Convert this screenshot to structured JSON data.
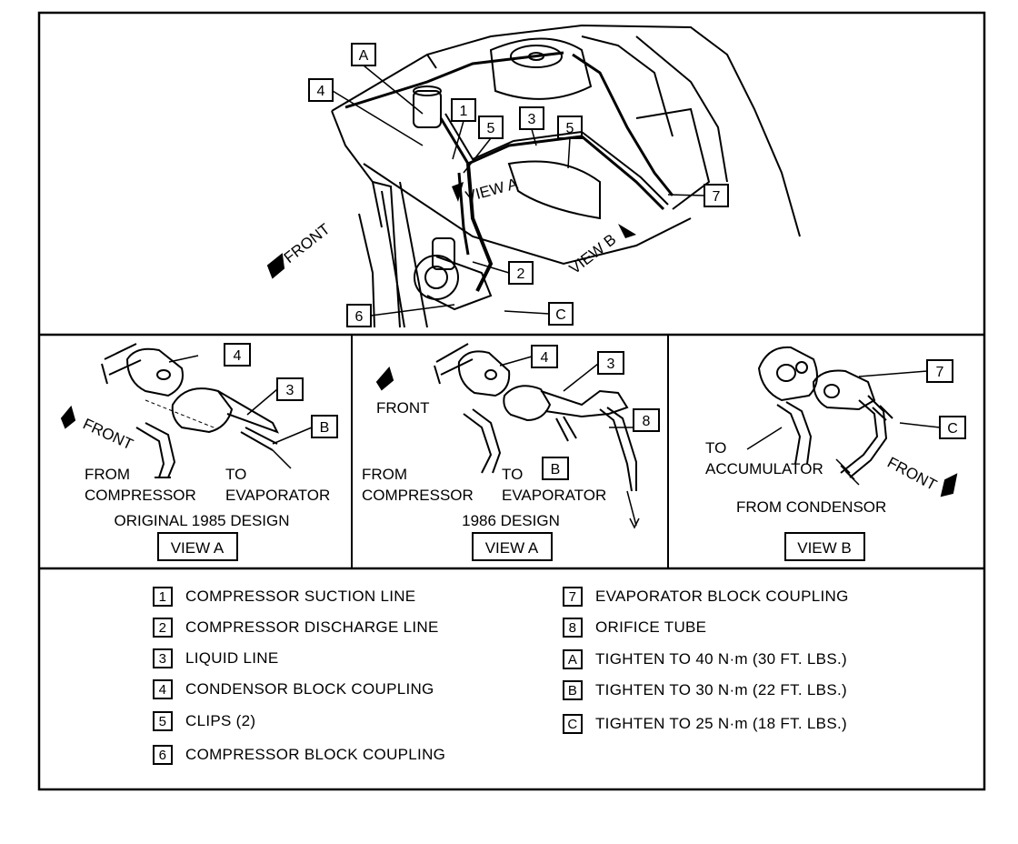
{
  "callouts": {
    "A": "A",
    "B": "B",
    "C": "C",
    "n1": "1",
    "n2": "2",
    "n3": "3",
    "n4": "4",
    "n5": "5",
    "n6": "6",
    "n7": "7",
    "n8": "8"
  },
  "main_view": {
    "front_label": "FRONT",
    "view_a_label": "VIEW A",
    "view_b_label": "VIEW B"
  },
  "panel_1985": {
    "front_label": "FRONT",
    "from_label": "FROM",
    "compressor_label": "COMPRESSOR",
    "to_label": "TO",
    "evaporator_label": "EVAPORATOR",
    "caption": "ORIGINAL 1985 DESIGN",
    "view_button": "VIEW A"
  },
  "panel_1986": {
    "front_label": "FRONT",
    "from_label": "FROM",
    "compressor_label": "COMPRESSOR",
    "to_label": "TO",
    "evaporator_label": "EVAPORATOR",
    "caption": "1986 DESIGN",
    "view_button": "VIEW A"
  },
  "panel_viewb": {
    "to_label": "TO",
    "accumulator_label": "ACCUMULATOR",
    "from_condensor_label": "FROM CONDENSOR",
    "front_label": "FRONT",
    "view_button": "VIEW B"
  },
  "legend": [
    {
      "key": "1",
      "text": "COMPRESSOR SUCTION LINE"
    },
    {
      "key": "2",
      "text": "COMPRESSOR DISCHARGE LINE"
    },
    {
      "key": "3",
      "text": "LIQUID LINE"
    },
    {
      "key": "4",
      "text": "CONDENSOR BLOCK COUPLING"
    },
    {
      "key": "5",
      "text": "CLIPS (2)"
    },
    {
      "key": "6",
      "text": "COMPRESSOR BLOCK COUPLING"
    },
    {
      "key": "7",
      "text": "EVAPORATOR BLOCK COUPLING"
    },
    {
      "key": "8",
      "text": "ORIFICE TUBE"
    },
    {
      "key": "A",
      "text": "TIGHTEN TO 40 N·m (30 FT. LBS.)"
    },
    {
      "key": "B",
      "text": "TIGHTEN TO 30 N·m (22 FT. LBS.)"
    },
    {
      "key": "C",
      "text": "TIGHTEN TO 25 N·m (18 FT. LBS.)"
    }
  ]
}
